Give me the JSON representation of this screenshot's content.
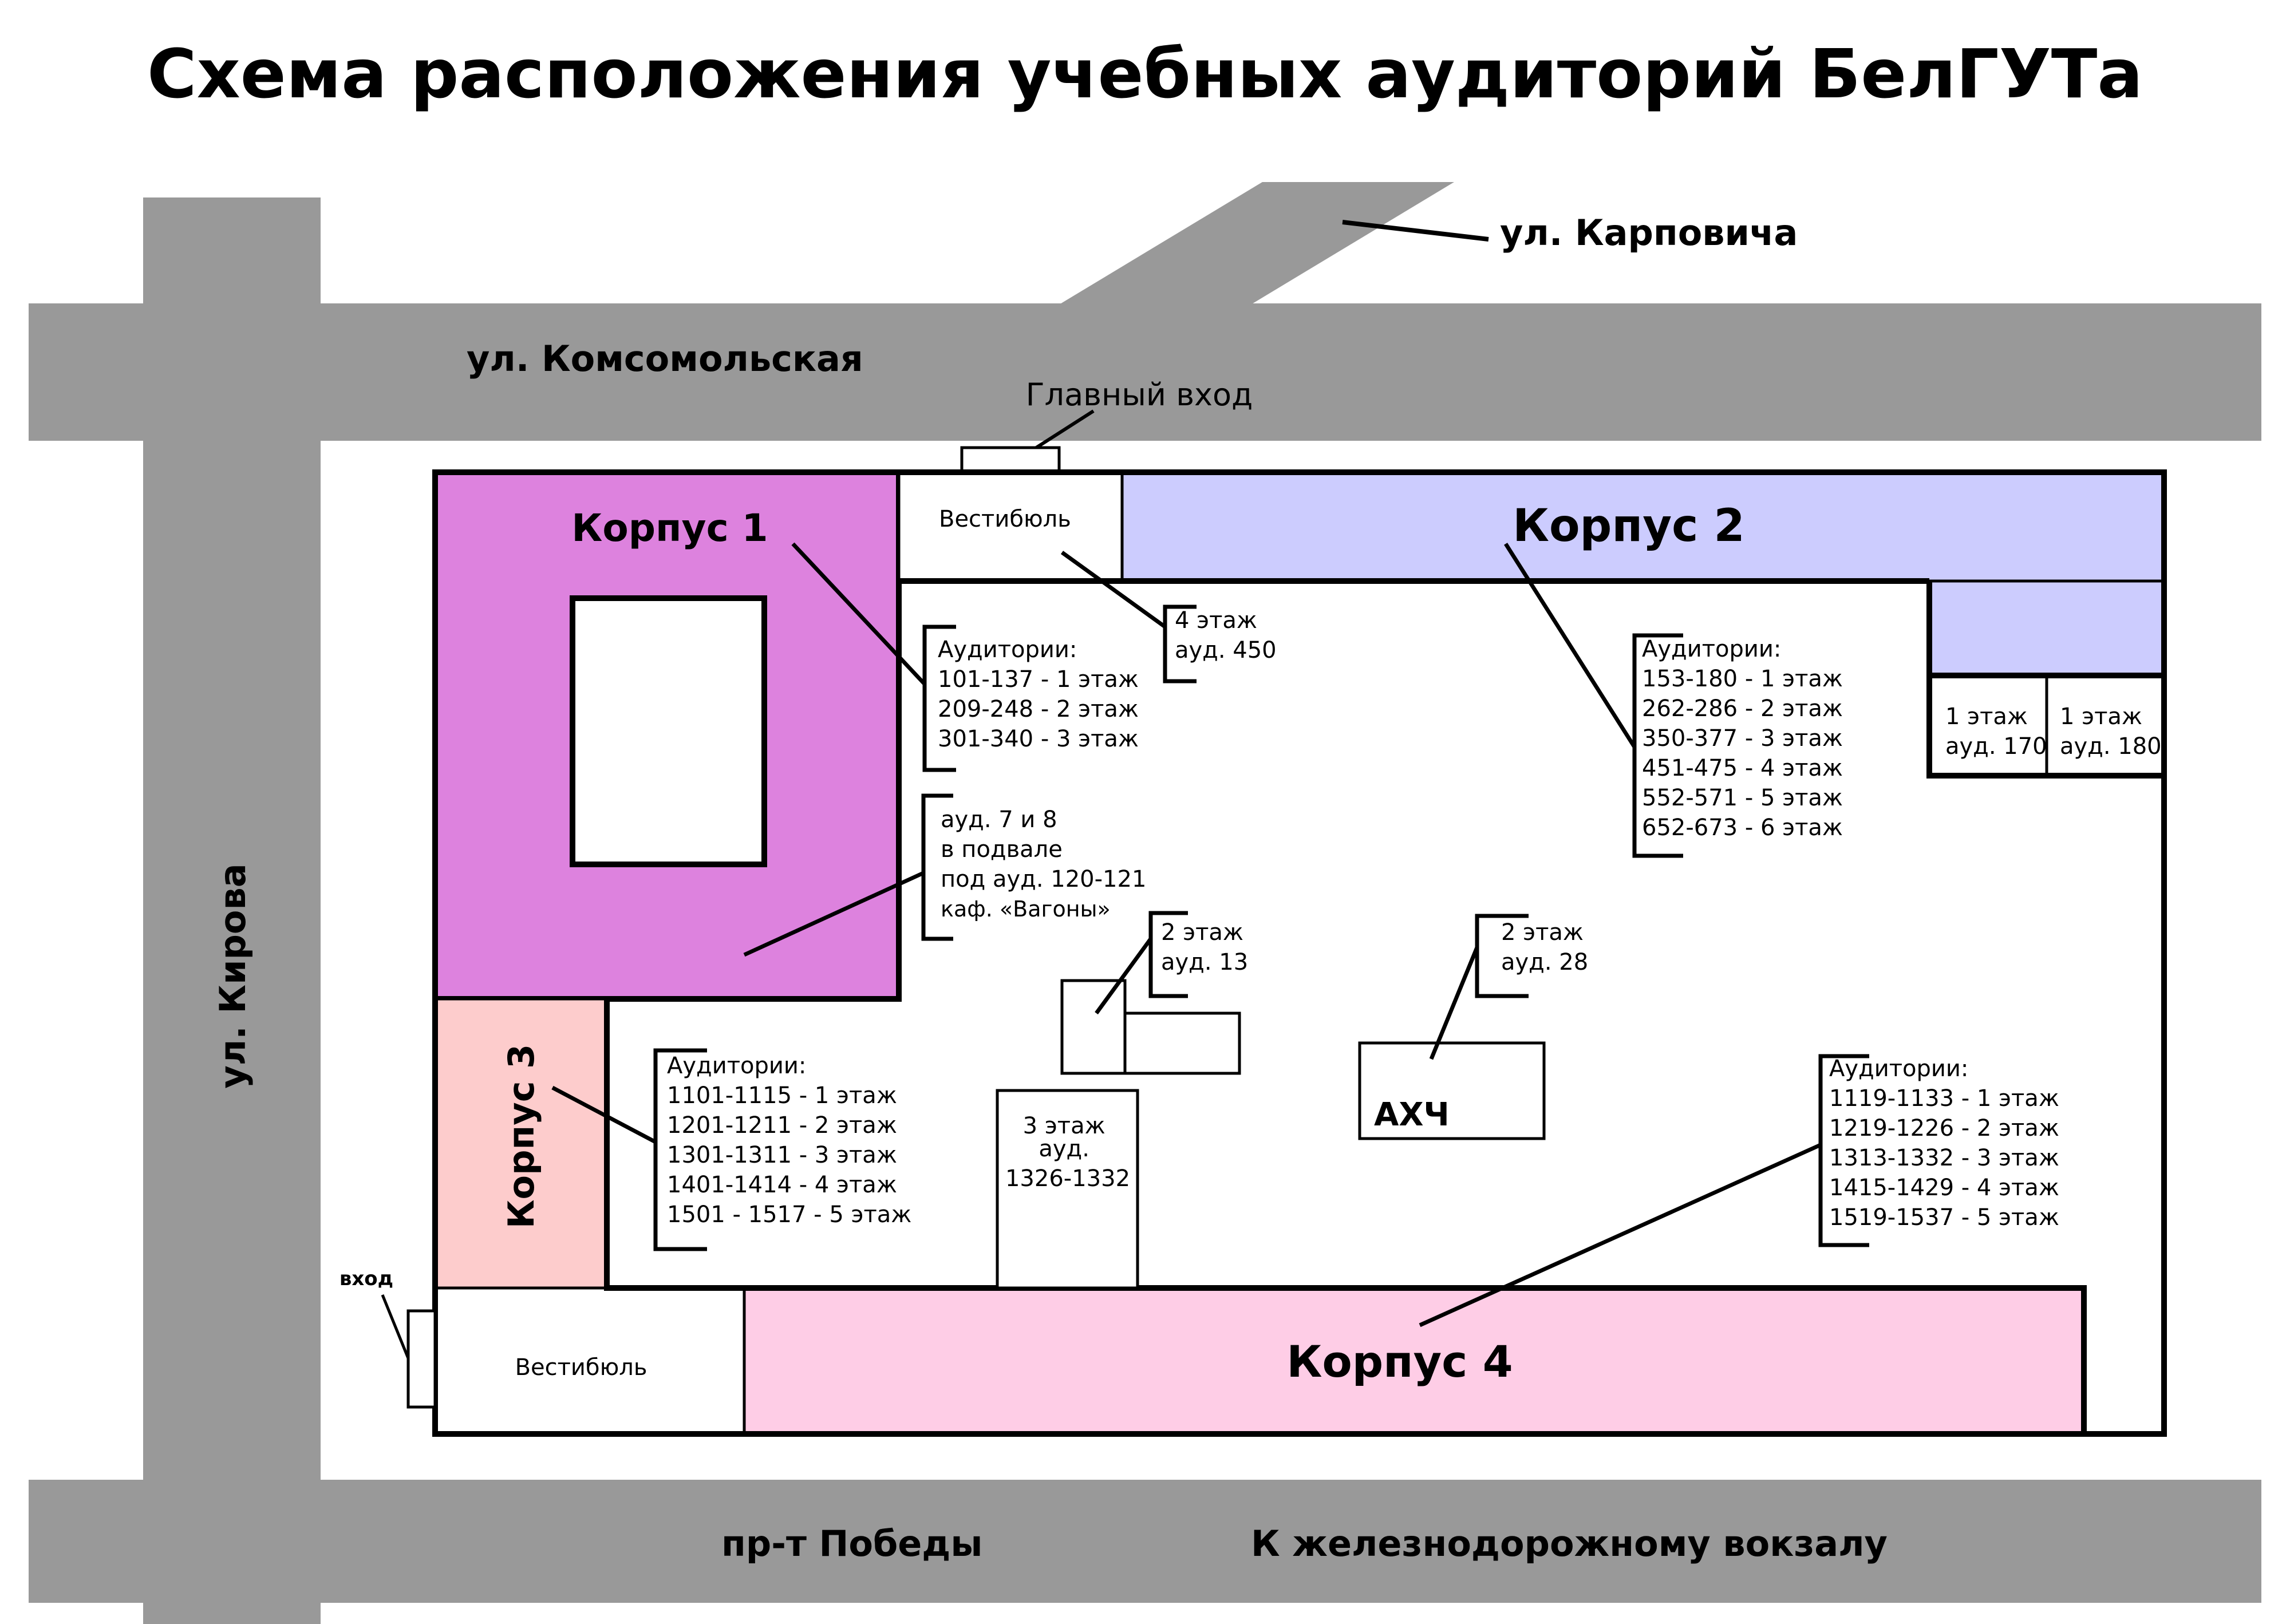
{
  "title": "Схема расположения  учебных аудиторий БелГУТа",
  "streets": {
    "komsomolskaya": "ул. Комсомольская",
    "karpovicha": "ул. Карповича",
    "kirova": "ул. Кирова",
    "pobedy": "пр-т Победы",
    "to_station": "К железнодорожному вокзалу"
  },
  "entrances": {
    "main": "Главный вход",
    "side": "вход"
  },
  "buildings": {
    "k1": "Корпус 1",
    "k2": "Корпус 2",
    "k3": "Корпус 3",
    "k4": "Корпус 4",
    "vestibule_top": "Вестибюль",
    "vestibule_bottom": "Вестибюль",
    "ahch": "АХЧ"
  },
  "callouts": {
    "k1_rooms": [
      "Аудитории:",
      "101-137 - 1 этаж",
      "209-248 - 2 этаж",
      "301-340 - 3 этаж"
    ],
    "basement": [
      "ауд. 7 и 8",
      "в подвале",
      "под ауд. 120-121",
      "каф. «Вагоны»"
    ],
    "vestibule_floor4": [
      "4 этаж",
      "ауд. 450"
    ],
    "k2_rooms": [
      "Аудитории:",
      "153-180 - 1 этаж",
      "262-286 - 2 этаж",
      "350-377 - 3 этаж",
      "451-475 - 4 этаж",
      "552-571 - 5 этаж",
      "652-673 - 6 этаж"
    ],
    "k2_annex_170": [
      "1 этаж",
      "ауд. 170"
    ],
    "k2_annex_180": [
      "1 этаж",
      "ауд. 180"
    ],
    "aud13": [
      "2 этаж",
      "ауд. 13"
    ],
    "aud28": [
      "2 этаж",
      "ауд. 28"
    ],
    "k3_rooms": [
      "Аудитории:",
      "1101-1115 - 1 этаж",
      "1201-1211 - 2 этаж",
      "1301-1311 - 3 этаж",
      "1401-1414 - 4 этаж",
      "1501 - 1517 - 5 этаж"
    ],
    "aud1326": [
      "3 этаж",
      "ауд.",
      "1326-1332"
    ],
    "k4_rooms": [
      "Аудитории:",
      "1119-1133 - 1 этаж",
      "1219-1226 - 2 этаж",
      "1313-1332 - 3 этаж",
      "1415-1429 - 4 этаж",
      "1519-1537 - 5 этаж"
    ]
  },
  "colors": {
    "road": "#999999",
    "korpus1": "#dd82de",
    "korpus2": "#ccccfe",
    "korpus3": "#fdcccc",
    "korpus4": "#fecde6"
  }
}
